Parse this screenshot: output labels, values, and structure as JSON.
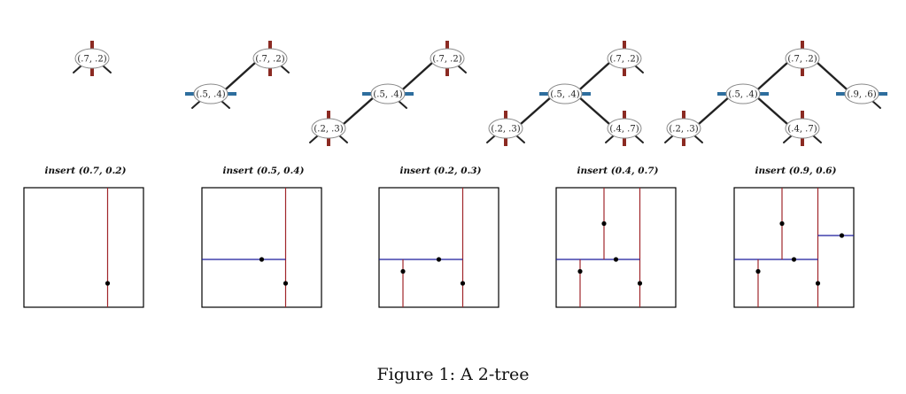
{
  "figure_caption": "Figure 1:  A 2-tree",
  "colors": {
    "vertical_split": "#a0262a",
    "horizontal_split": "#1b1b9c",
    "tree_vertical_marker": "#8b2a22",
    "tree_horizontal_marker": "#2e6e9e"
  },
  "panels": [
    {
      "caption": "insert (0.7, 0.2)",
      "points": [
        {
          "x": 0.7,
          "y": 0.2
        }
      ],
      "tree_nodes": [
        {
          "label": "(.7, .2)",
          "orient": "vertical",
          "depth": 0,
          "pos": 0
        }
      ]
    },
    {
      "caption": "insert (0.5, 0.4)",
      "points": [
        {
          "x": 0.7,
          "y": 0.2
        },
        {
          "x": 0.5,
          "y": 0.4
        }
      ],
      "tree_nodes": [
        {
          "label": "(.7, .2)",
          "orient": "vertical",
          "depth": 0,
          "pos": 0
        },
        {
          "label": "(.5, .4)",
          "orient": "horizontal",
          "depth": 1,
          "pos": -1
        }
      ]
    },
    {
      "caption": "insert (0.2, 0.3)",
      "points": [
        {
          "x": 0.7,
          "y": 0.2
        },
        {
          "x": 0.5,
          "y": 0.4
        },
        {
          "x": 0.2,
          "y": 0.3
        }
      ],
      "tree_nodes": [
        {
          "label": "(.7, .2)",
          "orient": "vertical",
          "depth": 0,
          "pos": 0
        },
        {
          "label": "(.5, .4)",
          "orient": "horizontal",
          "depth": 1,
          "pos": -1
        },
        {
          "label": "(.2, .3)",
          "orient": "vertical",
          "depth": 2,
          "pos": -2
        }
      ]
    },
    {
      "caption": "insert (0.4, 0.7)",
      "points": [
        {
          "x": 0.7,
          "y": 0.2
        },
        {
          "x": 0.5,
          "y": 0.4
        },
        {
          "x": 0.2,
          "y": 0.3
        },
        {
          "x": 0.4,
          "y": 0.7
        }
      ],
      "tree_nodes": [
        {
          "label": "(.7, .2)",
          "orient": "vertical",
          "depth": 0,
          "pos": 0
        },
        {
          "label": "(.5, .4)",
          "orient": "horizontal",
          "depth": 1,
          "pos": -1
        },
        {
          "label": "(.2, .3)",
          "orient": "vertical",
          "depth": 2,
          "pos": -2
        },
        {
          "label": "(.4, .7)",
          "orient": "vertical",
          "depth": 2,
          "pos": 0
        }
      ]
    },
    {
      "caption": "insert (0.9, 0.6)",
      "points": [
        {
          "x": 0.7,
          "y": 0.2
        },
        {
          "x": 0.5,
          "y": 0.4
        },
        {
          "x": 0.2,
          "y": 0.3
        },
        {
          "x": 0.4,
          "y": 0.7
        },
        {
          "x": 0.9,
          "y": 0.6
        }
      ],
      "tree_nodes": [
        {
          "label": "(.7, .2)",
          "orient": "vertical",
          "depth": 0,
          "pos": 0
        },
        {
          "label": "(.5, .4)",
          "orient": "horizontal",
          "depth": 1,
          "pos": -1
        },
        {
          "label": "(.2, .3)",
          "orient": "vertical",
          "depth": 2,
          "pos": -2
        },
        {
          "label": "(.4, .7)",
          "orient": "vertical",
          "depth": 2,
          "pos": 0
        },
        {
          "label": "(.9, .6)",
          "orient": "horizontal",
          "depth": 1,
          "pos": 1
        }
      ]
    }
  ]
}
